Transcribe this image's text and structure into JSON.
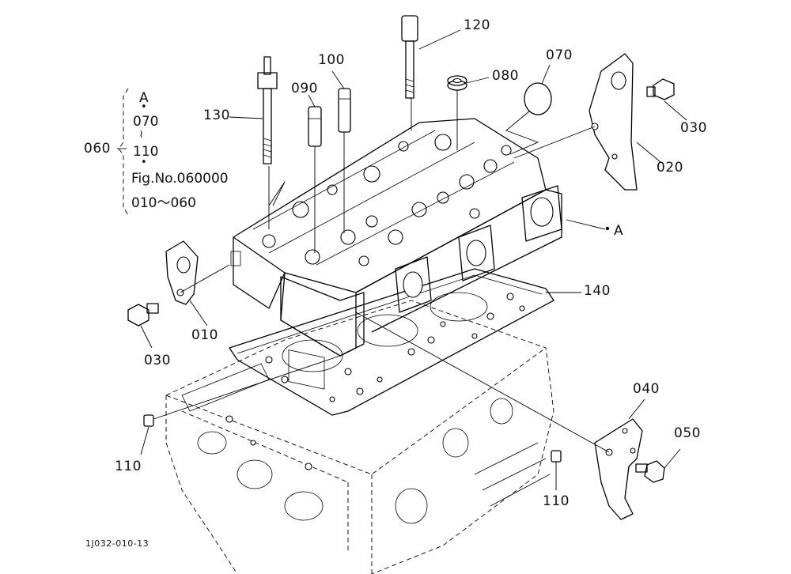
{
  "figure": {
    "code": "1J032-010-13"
  },
  "legend": {
    "ref": "060",
    "lines": [
      "A",
      "•",
      "070",
      "≀",
      "110",
      "•",
      "Fig.No.060000",
      "010～060"
    ]
  },
  "callouts": {
    "c010": "010",
    "c020": "020",
    "c030_left": "030",
    "c030_right": "030",
    "c040": "040",
    "c050": "050",
    "c070": "070",
    "c080": "080",
    "c090": "090",
    "c100": "100",
    "c110_left": "110",
    "c110_right": "110",
    "c120": "120",
    "c130": "130",
    "c140": "140",
    "point_a": "A"
  }
}
